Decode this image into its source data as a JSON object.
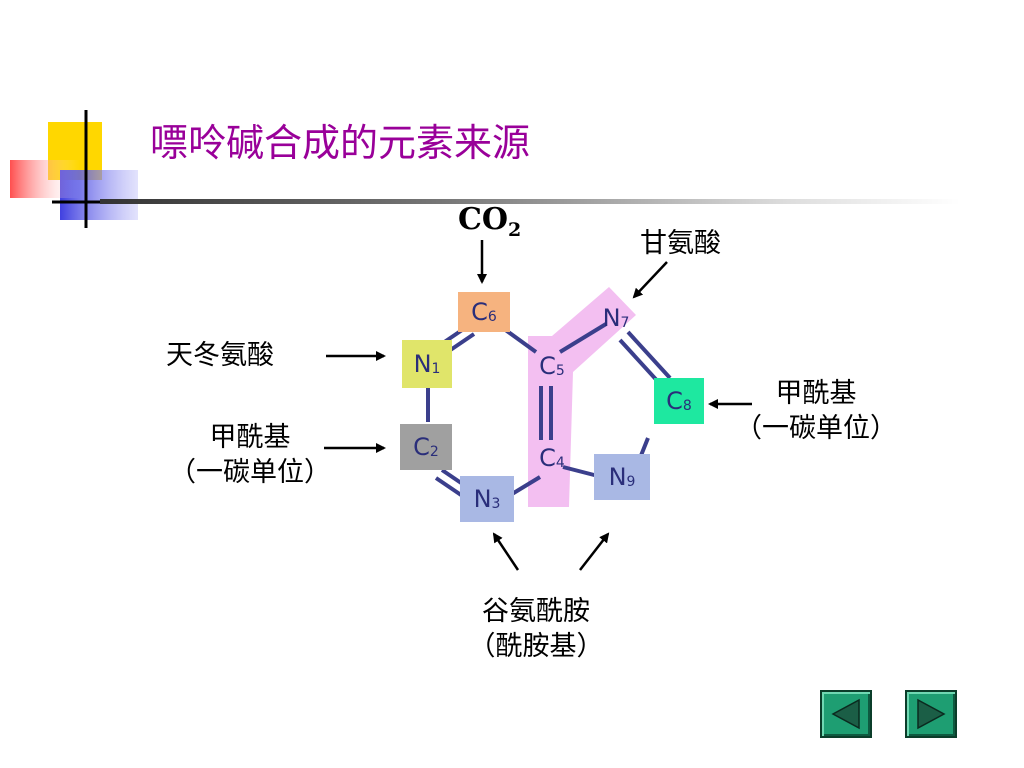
{
  "slide": {
    "title": "嘌呤碱合成的元素来源"
  },
  "atoms": {
    "c6": {
      "letter": "C",
      "num": "6"
    },
    "n1": {
      "letter": "N",
      "num": "1"
    },
    "c5": {
      "letter": "C",
      "num": "5"
    },
    "n7": {
      "letter": "N",
      "num": "7"
    },
    "c8": {
      "letter": "C",
      "num": "8"
    },
    "c4": {
      "letter": "C",
      "num": "4"
    },
    "c2": {
      "letter": "C",
      "num": "2"
    },
    "n3": {
      "letter": "N",
      "num": "3"
    },
    "n9": {
      "letter": "N",
      "num": "9"
    }
  },
  "sources": {
    "co2_main": "CO",
    "co2_sub": "2",
    "glycine": "甘氨酸",
    "aspartate": "天冬氨酸",
    "formyl_left_1": "甲酰基",
    "formyl_left_2": "（一碳单位）",
    "formyl_right_1": "甲酰基",
    "formyl_right_2": "（一碳单位）",
    "glutamine_1": "谷氨酰胺",
    "glutamine_2": "（酰胺基）"
  },
  "colors": {
    "title": "#990099",
    "c6_box": "#f6b37f",
    "n1_box": "#e0e56a",
    "c2_box": "#a0a0a0",
    "n3_box": "#a9b8e4",
    "n9_box": "#a9b8e4",
    "c8_box": "#1ee8a0",
    "glycine_highlight": "#f2b8f0",
    "bond": "#3b3f8c",
    "nav_button": "#1e9e72"
  },
  "nav": {
    "prev_icon": "triangle-left",
    "next_icon": "triangle-right"
  }
}
